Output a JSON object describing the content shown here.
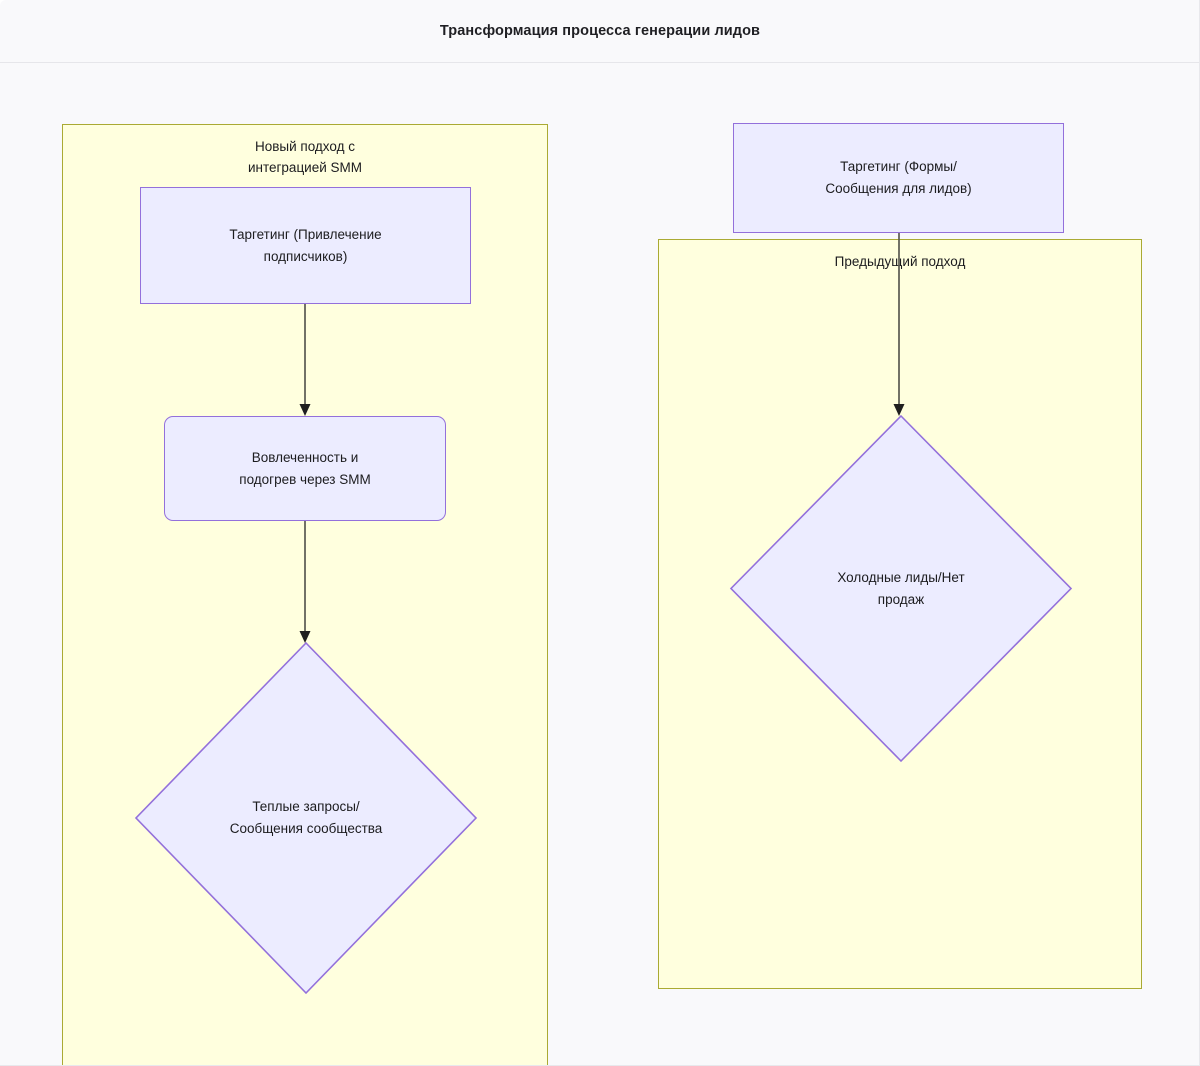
{
  "header": {
    "title": "Трансформация процесса генерации лидов"
  },
  "diagram": {
    "type": "flowchart",
    "direction": "top-down",
    "colors": {
      "page_background": "#f9f9fb",
      "subgraph_fill": "#ffffde",
      "subgraph_border": "#aaaa33",
      "node_fill": "#ececff",
      "node_border": "#9370db",
      "edge_stroke": "#5a5a52",
      "arrowhead": "#1f1f1f",
      "text": "#1c1c1f"
    },
    "subgraphs": [
      {
        "id": "new-approach",
        "title": "Новый подход с\nинтеграцией SMM",
        "nodes": [
          {
            "id": "new-targeting",
            "shape": "rectangle",
            "label": "Таргетинг (Привлечение\nподписчиков)"
          },
          {
            "id": "new-engagement",
            "shape": "rounded-rectangle",
            "label": "Вовлеченность и\nподогрев через SMM"
          },
          {
            "id": "new-outcome",
            "shape": "diamond",
            "label": "Теплые запросы/\nСообщения сообщества"
          }
        ],
        "edges": [
          {
            "from": "new-targeting",
            "to": "new-engagement",
            "label": ""
          },
          {
            "from": "new-engagement",
            "to": "new-outcome",
            "label": ""
          }
        ]
      },
      {
        "id": "previous-approach",
        "title": "Предыдущий подход",
        "nodes": [
          {
            "id": "prev-targeting",
            "shape": "rectangle",
            "label": "Таргетинг (Формы/\nСообщения для лидов)"
          },
          {
            "id": "prev-outcome",
            "shape": "diamond",
            "label": "Холодные лиды/Нет\nпродаж"
          }
        ],
        "edges": [
          {
            "from": "prev-targeting",
            "to": "prev-outcome",
            "label": ""
          }
        ]
      }
    ]
  }
}
